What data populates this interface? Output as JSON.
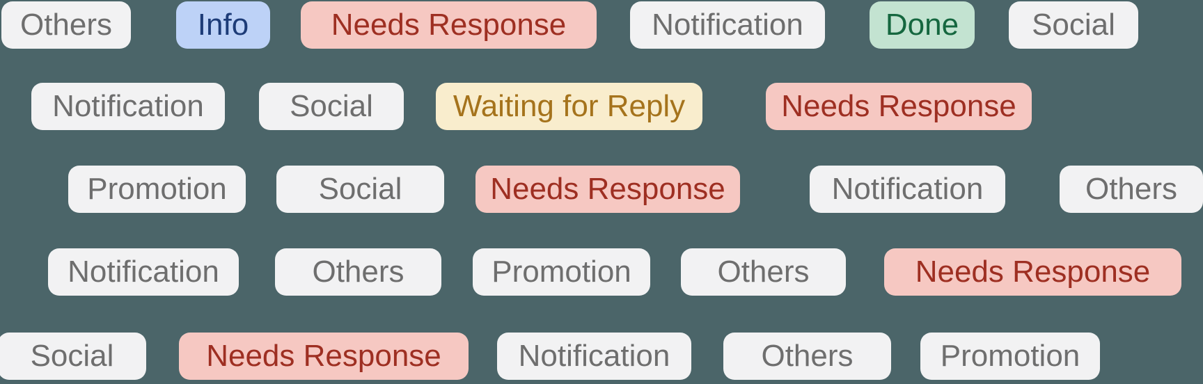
{
  "board": {
    "background": "#4b6569",
    "rows": [
      {
        "chips": [
          {
            "label": "Others",
            "category": "neutral"
          },
          {
            "label": "Info",
            "category": "info"
          },
          {
            "label": "Needs Response",
            "category": "danger"
          },
          {
            "label": "Notification",
            "category": "neutral"
          },
          {
            "label": "Done",
            "category": "success"
          },
          {
            "label": "Social",
            "category": "neutral"
          }
        ]
      },
      {
        "chips": [
          {
            "label": "Notification",
            "category": "neutral"
          },
          {
            "label": "Social",
            "category": "neutral"
          },
          {
            "label": "Waiting for Reply",
            "category": "warning"
          },
          {
            "label": "Needs Response",
            "category": "danger"
          }
        ]
      },
      {
        "chips": [
          {
            "label": "Promotion",
            "category": "neutral"
          },
          {
            "label": "Social",
            "category": "neutral"
          },
          {
            "label": "Needs Response",
            "category": "danger"
          },
          {
            "label": "Notification",
            "category": "neutral"
          },
          {
            "label": "Others",
            "category": "neutral"
          }
        ]
      },
      {
        "chips": [
          {
            "label": "Notification",
            "category": "neutral"
          },
          {
            "label": "Others",
            "category": "neutral"
          },
          {
            "label": "Promotion",
            "category": "neutral"
          },
          {
            "label": "Others",
            "category": "neutral"
          },
          {
            "label": "Needs Response",
            "category": "danger"
          }
        ]
      },
      {
        "chips": [
          {
            "label": "Social",
            "category": "neutral"
          },
          {
            "label": "Needs Response",
            "category": "danger"
          },
          {
            "label": "Notification",
            "category": "neutral"
          },
          {
            "label": "Others",
            "category": "neutral"
          },
          {
            "label": "Promotion",
            "category": "neutral"
          }
        ]
      }
    ]
  },
  "colors": {
    "neutral": {
      "bg": "#f2f2f3",
      "fg": "#6e6e6e"
    },
    "info": {
      "bg": "#bdd2f7",
      "fg": "#1d3c78"
    },
    "danger": {
      "bg": "#f6c8c2",
      "fg": "#9e2f22"
    },
    "warning": {
      "bg": "#f9edcd",
      "fg": "#a5731c"
    },
    "success": {
      "bg": "#c3e3d1",
      "fg": "#15673f"
    }
  }
}
